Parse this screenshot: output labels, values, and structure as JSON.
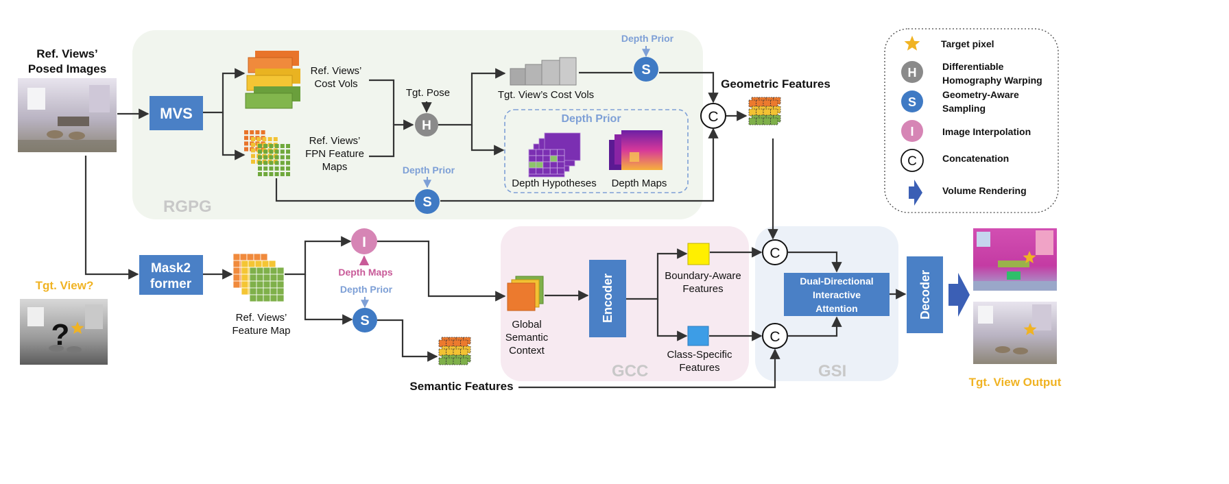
{
  "colors": {
    "block_blue": "#4a80c6",
    "s_circle": "#3f7ac4",
    "h_circle": "#8a8a8a",
    "i_circle": "#d685b5",
    "depth_prior_text": "#7d9fd6",
    "depth_maps_pink": "#c85a98",
    "tgt_yellow": "#f0b323",
    "rgpg_bg": "#f1f5ee",
    "gcc_bg": "#f7eaf1",
    "gsi_bg": "#ecf1f8",
    "arrow": "#333333",
    "region_label": "#c8c8c8"
  },
  "left": {
    "ref_title_line1": "Ref. Views’",
    "ref_title_line2": "Posed Images",
    "tgt_view_q": "Tgt. View?"
  },
  "rgpg": {
    "region_label": "RGPG",
    "mvs": "MVS",
    "cost_vols_line1": "Ref. Views’",
    "cost_vols_line2": "Cost Vols",
    "fpn_line1": "Ref. Views’",
    "fpn_line2": "FPN Feature",
    "fpn_line3": "Maps",
    "tgt_pose": "Tgt. Pose",
    "h_symbol": "H",
    "tgt_cost_vols": "Tgt. View’s Cost Vols",
    "depth_prior_top": "Depth Prior",
    "s_symbol": "S",
    "depth_prior_box_title": "Depth Prior",
    "depth_hypotheses": "Depth Hypotheses",
    "depth_maps": "Depth Maps",
    "depth_prior_bottom": "Depth Prior",
    "c_symbol": "C",
    "geometric_features": "Geometric Features"
  },
  "semantic": {
    "mask2former_line1": "Mask2",
    "mask2former_line2": "former",
    "feature_map_line1": "Ref. Views’",
    "feature_map_line2": "Feature Map",
    "i_symbol": "I",
    "depth_maps_label": "Depth Maps",
    "depth_prior_label": "Depth Prior",
    "s_symbol": "S",
    "semantic_features": "Semantic Features"
  },
  "gcc": {
    "region_label": "GCC",
    "global_line1": "Global",
    "global_line2": "Semantic",
    "global_line3": "Context",
    "encoder": "Encoder",
    "boundary_line1": "Boundary-Aware",
    "boundary_line2": "Features",
    "class_line1": "Class-Specific",
    "class_line2": "Features"
  },
  "gsi": {
    "region_label": "GSI",
    "c_symbol": "C",
    "ddia_line1": "Dual-Directional",
    "ddia_line2": "Interactive",
    "ddia_line3": "Attention",
    "decoder": "Decoder"
  },
  "output": {
    "tgt_view_output": "Tgt. View Output"
  },
  "legend": {
    "target_pixel": "Target pixel",
    "h_symbol": "H",
    "h_line1": "Differentiable",
    "h_line2": "Homography Warping",
    "s_symbol": "S",
    "s_line1": "Geometry-Aware",
    "s_line2": "Sampling",
    "i_symbol": "I",
    "i_label": "Image Interpolation",
    "c_symbol": "C",
    "c_label": "Concatenation",
    "volume_rendering": "Volume Rendering"
  }
}
